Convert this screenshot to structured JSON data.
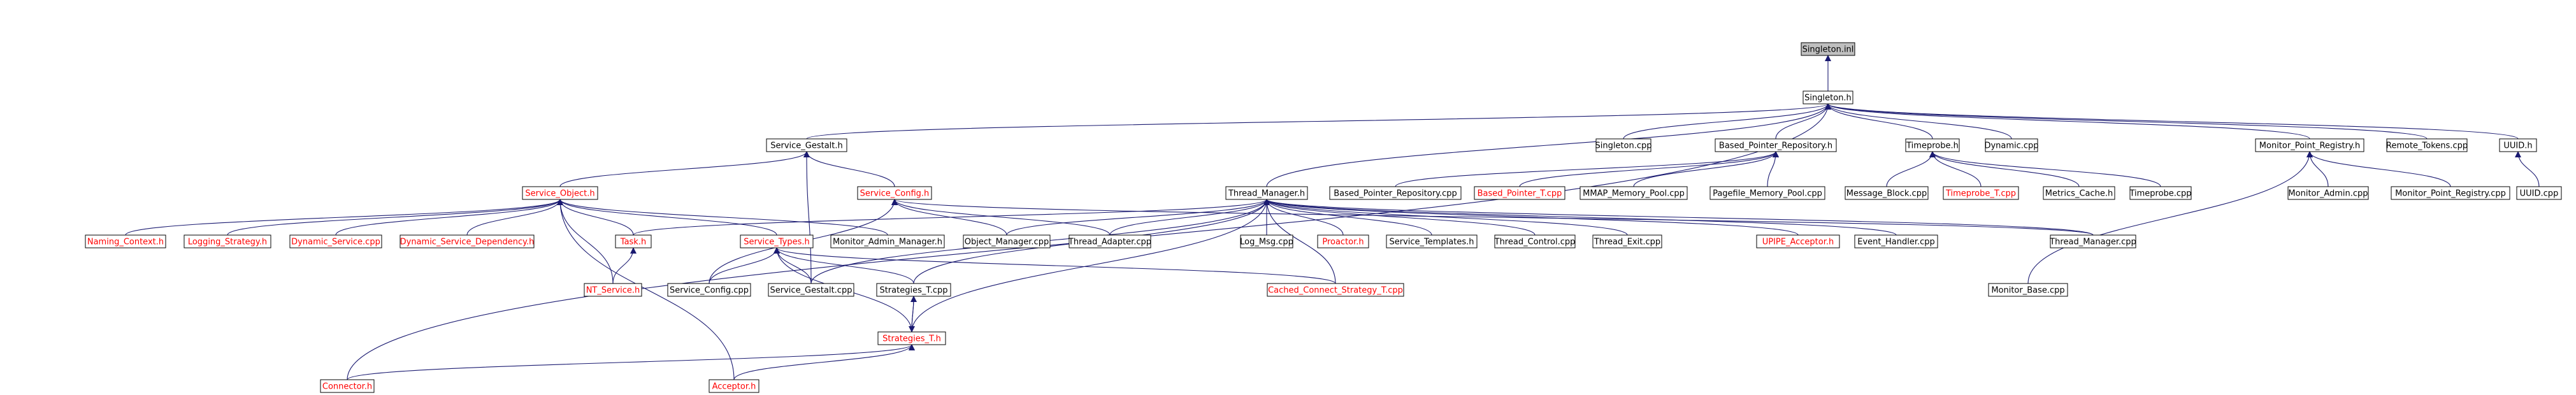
{
  "graph": {
    "colors": {
      "edge": "#191970",
      "arrow": "#191970",
      "root_fill": "#bfbfbf",
      "node_fill": "#ffffff",
      "node_border": "#000000",
      "text_normal": "#000000",
      "text_red": "#ff0000"
    },
    "nodes": [
      {
        "id": "singleton_inl",
        "label": "Singleton.inl",
        "style": "root"
      },
      {
        "id": "singleton_h",
        "label": "Singleton.h",
        "style": "normal"
      },
      {
        "id": "singleton_cpp",
        "label": "Singleton.cpp",
        "style": "normal"
      },
      {
        "id": "based_pointer_repository_h",
        "label": "Based_Pointer_Repository.h",
        "style": "normal"
      },
      {
        "id": "timeprobe_h",
        "label": "Timeprobe.h",
        "style": "normal"
      },
      {
        "id": "dynamic_cpp",
        "label": "Dynamic.cpp",
        "style": "normal"
      },
      {
        "id": "monitor_point_registry_h",
        "label": "Monitor_Point_Registry.h",
        "style": "normal"
      },
      {
        "id": "remote_tokens_cpp",
        "label": "Remote_Tokens.cpp",
        "style": "normal"
      },
      {
        "id": "uuid_h",
        "label": "UUID.h",
        "style": "normal"
      },
      {
        "id": "service_gestalt_h",
        "label": "Service_Gestalt.h",
        "style": "normal"
      },
      {
        "id": "service_object_h",
        "label": "Service_Object.h",
        "style": "red"
      },
      {
        "id": "service_config_h",
        "label": "Service_Config.h",
        "style": "red"
      },
      {
        "id": "thread_manager_h",
        "label": "Thread_Manager.h",
        "style": "normal"
      },
      {
        "id": "based_pointer_repository_cpp",
        "label": "Based_Pointer_Repository.cpp",
        "style": "normal"
      },
      {
        "id": "based_pointer_t_cpp",
        "label": "Based_Pointer_T.cpp",
        "style": "red"
      },
      {
        "id": "mmap_memory_pool_cpp",
        "label": "MMAP_Memory_Pool.cpp",
        "style": "normal"
      },
      {
        "id": "pagefile_memory_pool_cpp",
        "label": "Pagefile_Memory_Pool.cpp",
        "style": "normal"
      },
      {
        "id": "message_block_cpp",
        "label": "Message_Block.cpp",
        "style": "normal"
      },
      {
        "id": "timeprobe_t_cpp",
        "label": "Timeprobe_T.cpp",
        "style": "red"
      },
      {
        "id": "metrics_cache_h",
        "label": "Metrics_Cache.h",
        "style": "normal"
      },
      {
        "id": "timeprobe_cpp",
        "label": "Timeprobe.cpp",
        "style": "normal"
      },
      {
        "id": "monitor_admin_cpp",
        "label": "Monitor_Admin.cpp",
        "style": "normal"
      },
      {
        "id": "monitor_point_registry_cpp",
        "label": "Monitor_Point_Registry.cpp",
        "style": "normal"
      },
      {
        "id": "uuid_cpp",
        "label": "UUID.cpp",
        "style": "normal"
      },
      {
        "id": "naming_context_h",
        "label": "Naming_Context.h",
        "style": "red"
      },
      {
        "id": "logging_strategy_h",
        "label": "Logging_Strategy.h",
        "style": "red"
      },
      {
        "id": "dynamic_service_cpp",
        "label": "Dynamic_Service.cpp",
        "style": "red"
      },
      {
        "id": "dynamic_service_dependency_h",
        "label": "Dynamic_Service_Dependency.h",
        "style": "red"
      },
      {
        "id": "task_h",
        "label": "Task.h",
        "style": "red"
      },
      {
        "id": "service_types_h",
        "label": "Service_Types.h",
        "style": "red"
      },
      {
        "id": "monitor_admin_manager_h",
        "label": "Monitor_Admin_Manager.h",
        "style": "normal"
      },
      {
        "id": "object_manager_cpp",
        "label": "Object_Manager.cpp",
        "style": "normal"
      },
      {
        "id": "thread_adapter_cpp",
        "label": "Thread_Adapter.cpp",
        "style": "normal"
      },
      {
        "id": "log_msg_cpp",
        "label": "Log_Msg.cpp",
        "style": "normal"
      },
      {
        "id": "proactor_h",
        "label": "Proactor.h",
        "style": "red"
      },
      {
        "id": "service_templates_h",
        "label": "Service_Templates.h",
        "style": "normal"
      },
      {
        "id": "thread_control_cpp",
        "label": "Thread_Control.cpp",
        "style": "normal"
      },
      {
        "id": "thread_exit_cpp",
        "label": "Thread_Exit.cpp",
        "style": "normal"
      },
      {
        "id": "upipe_acceptor_h",
        "label": "UPIPE_Acceptor.h",
        "style": "red"
      },
      {
        "id": "event_handler_cpp",
        "label": "Event_Handler.cpp",
        "style": "normal"
      },
      {
        "id": "thread_manager_cpp",
        "label": "Thread_Manager.cpp",
        "style": "normal"
      },
      {
        "id": "nt_service_h",
        "label": "NT_Service.h",
        "style": "red"
      },
      {
        "id": "service_config_cpp",
        "label": "Service_Config.cpp",
        "style": "normal"
      },
      {
        "id": "service_gestalt_cpp",
        "label": "Service_Gestalt.cpp",
        "style": "normal"
      },
      {
        "id": "strategies_t_cpp",
        "label": "Strategies_T.cpp",
        "style": "normal"
      },
      {
        "id": "cached_connect_strategy_t_cpp",
        "label": "Cached_Connect_Strategy_T.cpp",
        "style": "red"
      },
      {
        "id": "monitor_base_cpp",
        "label": "Monitor_Base.cpp",
        "style": "normal"
      },
      {
        "id": "strategies_t_h",
        "label": "Strategies_T.h",
        "style": "red"
      },
      {
        "id": "connector_h",
        "label": "Connector.h",
        "style": "red"
      },
      {
        "id": "acceptor_h",
        "label": "Acceptor.h",
        "style": "red"
      }
    ],
    "edges": [
      [
        "singleton_h",
        "singleton_inl"
      ],
      [
        "singleton_cpp",
        "singleton_h"
      ],
      [
        "based_pointer_repository_h",
        "singleton_h"
      ],
      [
        "timeprobe_h",
        "singleton_h"
      ],
      [
        "dynamic_cpp",
        "singleton_h"
      ],
      [
        "monitor_point_registry_h",
        "singleton_h"
      ],
      [
        "remote_tokens_cpp",
        "singleton_h"
      ],
      [
        "uuid_h",
        "singleton_h"
      ],
      [
        "service_gestalt_h",
        "singleton_h"
      ],
      [
        "thread_manager_h",
        "singleton_h"
      ],
      [
        "connector_h",
        "singleton_h"
      ],
      [
        "service_object_h",
        "service_gestalt_h"
      ],
      [
        "service_config_h",
        "service_gestalt_h"
      ],
      [
        "service_gestalt_cpp",
        "service_gestalt_h"
      ],
      [
        "naming_context_h",
        "service_object_h"
      ],
      [
        "logging_strategy_h",
        "service_object_h"
      ],
      [
        "dynamic_service_cpp",
        "service_object_h"
      ],
      [
        "dynamic_service_dependency_h",
        "service_object_h"
      ],
      [
        "task_h",
        "service_object_h"
      ],
      [
        "service_types_h",
        "service_object_h"
      ],
      [
        "monitor_admin_manager_h",
        "service_object_h"
      ],
      [
        "nt_service_h",
        "service_object_h"
      ],
      [
        "acceptor_h",
        "service_object_h"
      ],
      [
        "object_manager_cpp",
        "service_config_h"
      ],
      [
        "thread_adapter_cpp",
        "service_config_h"
      ],
      [
        "service_config_cpp",
        "service_config_h"
      ],
      [
        "thread_manager_cpp",
        "service_config_h"
      ],
      [
        "object_manager_cpp",
        "thread_manager_h"
      ],
      [
        "thread_adapter_cpp",
        "thread_manager_h"
      ],
      [
        "log_msg_cpp",
        "thread_manager_h"
      ],
      [
        "proactor_h",
        "thread_manager_h"
      ],
      [
        "service_templates_h",
        "thread_manager_h"
      ],
      [
        "thread_control_cpp",
        "thread_manager_h"
      ],
      [
        "thread_exit_cpp",
        "thread_manager_h"
      ],
      [
        "upipe_acceptor_h",
        "thread_manager_h"
      ],
      [
        "event_handler_cpp",
        "thread_manager_h"
      ],
      [
        "thread_manager_cpp",
        "thread_manager_h"
      ],
      [
        "task_h",
        "thread_manager_h"
      ],
      [
        "service_gestalt_cpp",
        "thread_manager_h"
      ],
      [
        "strategies_t_cpp",
        "thread_manager_h"
      ],
      [
        "strategies_t_h",
        "thread_manager_h"
      ],
      [
        "cached_connect_strategy_t_cpp",
        "thread_manager_h"
      ],
      [
        "nt_service_h",
        "task_h"
      ],
      [
        "service_config_cpp",
        "service_types_h"
      ],
      [
        "service_gestalt_cpp",
        "service_types_h"
      ],
      [
        "strategies_t_cpp",
        "service_types_h"
      ],
      [
        "strategies_t_h",
        "service_types_h"
      ],
      [
        "cached_connect_strategy_t_cpp",
        "service_types_h"
      ],
      [
        "based_pointer_repository_cpp",
        "based_pointer_repository_h"
      ],
      [
        "based_pointer_t_cpp",
        "based_pointer_repository_h"
      ],
      [
        "mmap_memory_pool_cpp",
        "based_pointer_repository_h"
      ],
      [
        "pagefile_memory_pool_cpp",
        "based_pointer_repository_h"
      ],
      [
        "message_block_cpp",
        "timeprobe_h"
      ],
      [
        "timeprobe_t_cpp",
        "timeprobe_h"
      ],
      [
        "metrics_cache_h",
        "timeprobe_h"
      ],
      [
        "timeprobe_cpp",
        "timeprobe_h"
      ],
      [
        "monitor_admin_cpp",
        "monitor_point_registry_h"
      ],
      [
        "monitor_point_registry_cpp",
        "monitor_point_registry_h"
      ],
      [
        "monitor_base_cpp",
        "monitor_point_registry_h"
      ],
      [
        "uuid_cpp",
        "uuid_h"
      ],
      [
        "strategies_t_h",
        "strategies_t_cpp"
      ],
      [
        "strategies_t_cpp",
        "strategies_t_h"
      ],
      [
        "connector_h",
        "strategies_t_h"
      ],
      [
        "acceptor_h",
        "strategies_t_h"
      ]
    ]
  }
}
